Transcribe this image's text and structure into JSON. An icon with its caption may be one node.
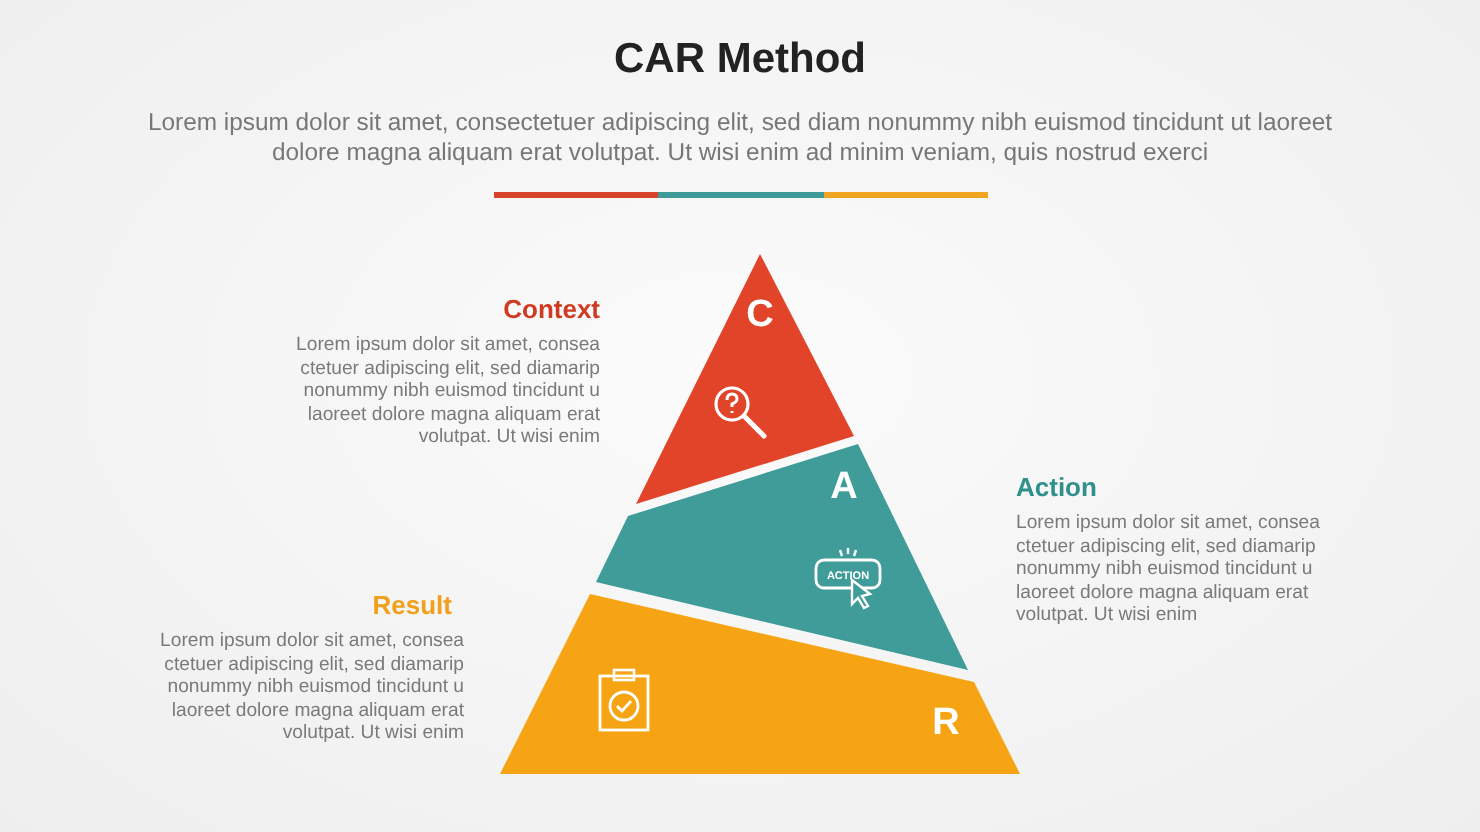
{
  "diagram": {
    "title": "CAR Method",
    "nodes": [
      {
        "text": [
          "C"
        ]
      },
      {
        "text": [
          "A"
        ]
      },
      {
        "text": [
          "R"
        ]
      }
    ],
    "labels": [
      "Lorem ipsum dolor sit amet, consectetuer adipiscing elit, sed diam nonummy nibh euismod tincidunt ut laoreet dolore magna aliquam erat volutpat. Ut wisi enim ad minim veniam, quis nostrud exerci",
      "Context",
      "Lorem ipsum dolor sit amet, consea ctetuer adipiscing elit, sed diamarip nonummy nibh euismod tincidunt u laoreet dolore magna aliquam erat volutpat. Ut wisi enim",
      "Action",
      "Lorem ipsum dolor sit amet, consea ctetuer adipiscing elit, sed diamarip nonummy nibh euismod tincidunt u laoreet dolore magna aliquam erat volutpat. Ut wisi enim",
      "ACTION",
      "Result",
      "Lorem ipsum dolor sit amet, consea ctetuer adipiscing elit, sed diamarip nonummy nibh euismod tincidunt u laoreet dolore magna aliquam erat volutpat. Ut wisi enim"
    ]
  }
}
